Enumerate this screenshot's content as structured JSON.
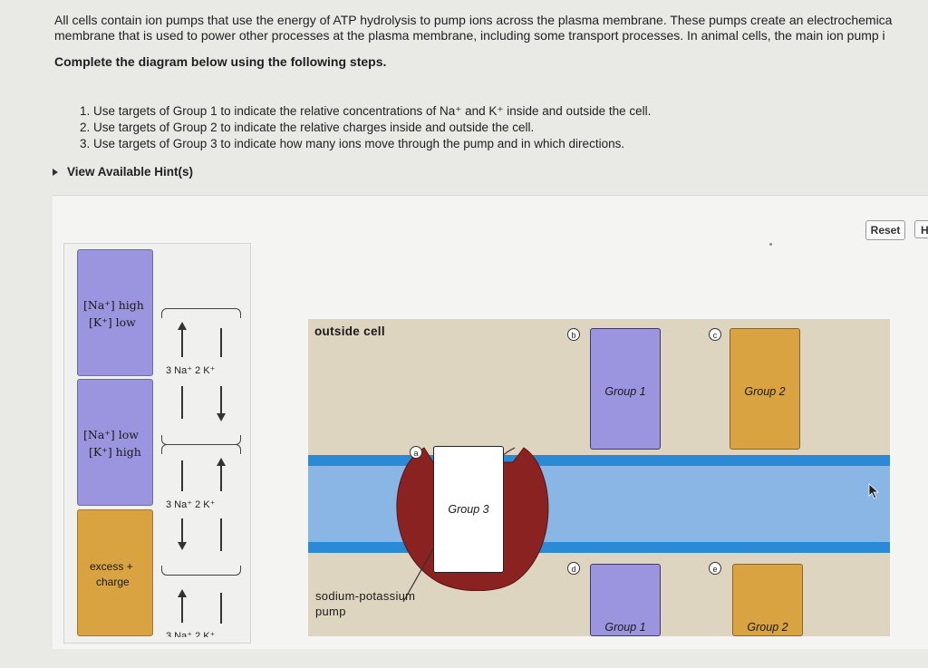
{
  "intro": {
    "line1": "All cells contain ion pumps that use the energy of ATP hydrolysis to pump ions across the plasma membrane. These pumps create an electrochemica",
    "line2": "membrane that is used to power other processes at the plasma membrane, including some transport processes. In animal cells, the main ion pump i",
    "instruction": "Complete the diagram below using the following steps."
  },
  "steps": [
    "1. Use targets of Group 1 to indicate the relative concentrations of Na⁺ and K⁺ inside and outside the cell.",
    "2. Use targets of Group 2 to indicate the relative charges inside and outside the cell.",
    "3. Use targets of Group 3 to indicate how many ions move through the pump and in which directions."
  ],
  "hint_link": "View Available Hint(s)",
  "buttons": {
    "reset": "Reset",
    "help": "H"
  },
  "palette": {
    "card1": {
      "line1": "[Na⁺] high",
      "line2": "[K⁺] low"
    },
    "card2": {
      "line1": "[Na⁺] low",
      "line2": "[K⁺] high"
    },
    "card3": {
      "line1": "excess +",
      "line2": "charge"
    },
    "pump_option1": "3 Na⁺  2 K⁺",
    "pump_option2": "3 Na⁺  2 K⁺",
    "pump_option3": "3 Na⁺  2 K⁺"
  },
  "scene": {
    "outside_label": "outside cell",
    "pump_label_line1": "sodium-potassium",
    "pump_label_line2": "pump",
    "markers": {
      "a": "a",
      "b": "b",
      "c": "c",
      "d": "d",
      "e": "e"
    },
    "targets": {
      "b": "Group 1",
      "c": "Group 2",
      "a": "Group 3",
      "d": "Group 1",
      "e": "Group 2"
    }
  },
  "colors": {
    "purple_target": "#9b95e0",
    "gold_target": "#d8a340",
    "membrane": "#8ab6e5",
    "membrane_edge": "#2a8ad6",
    "pump_protein": "#8b2222"
  }
}
